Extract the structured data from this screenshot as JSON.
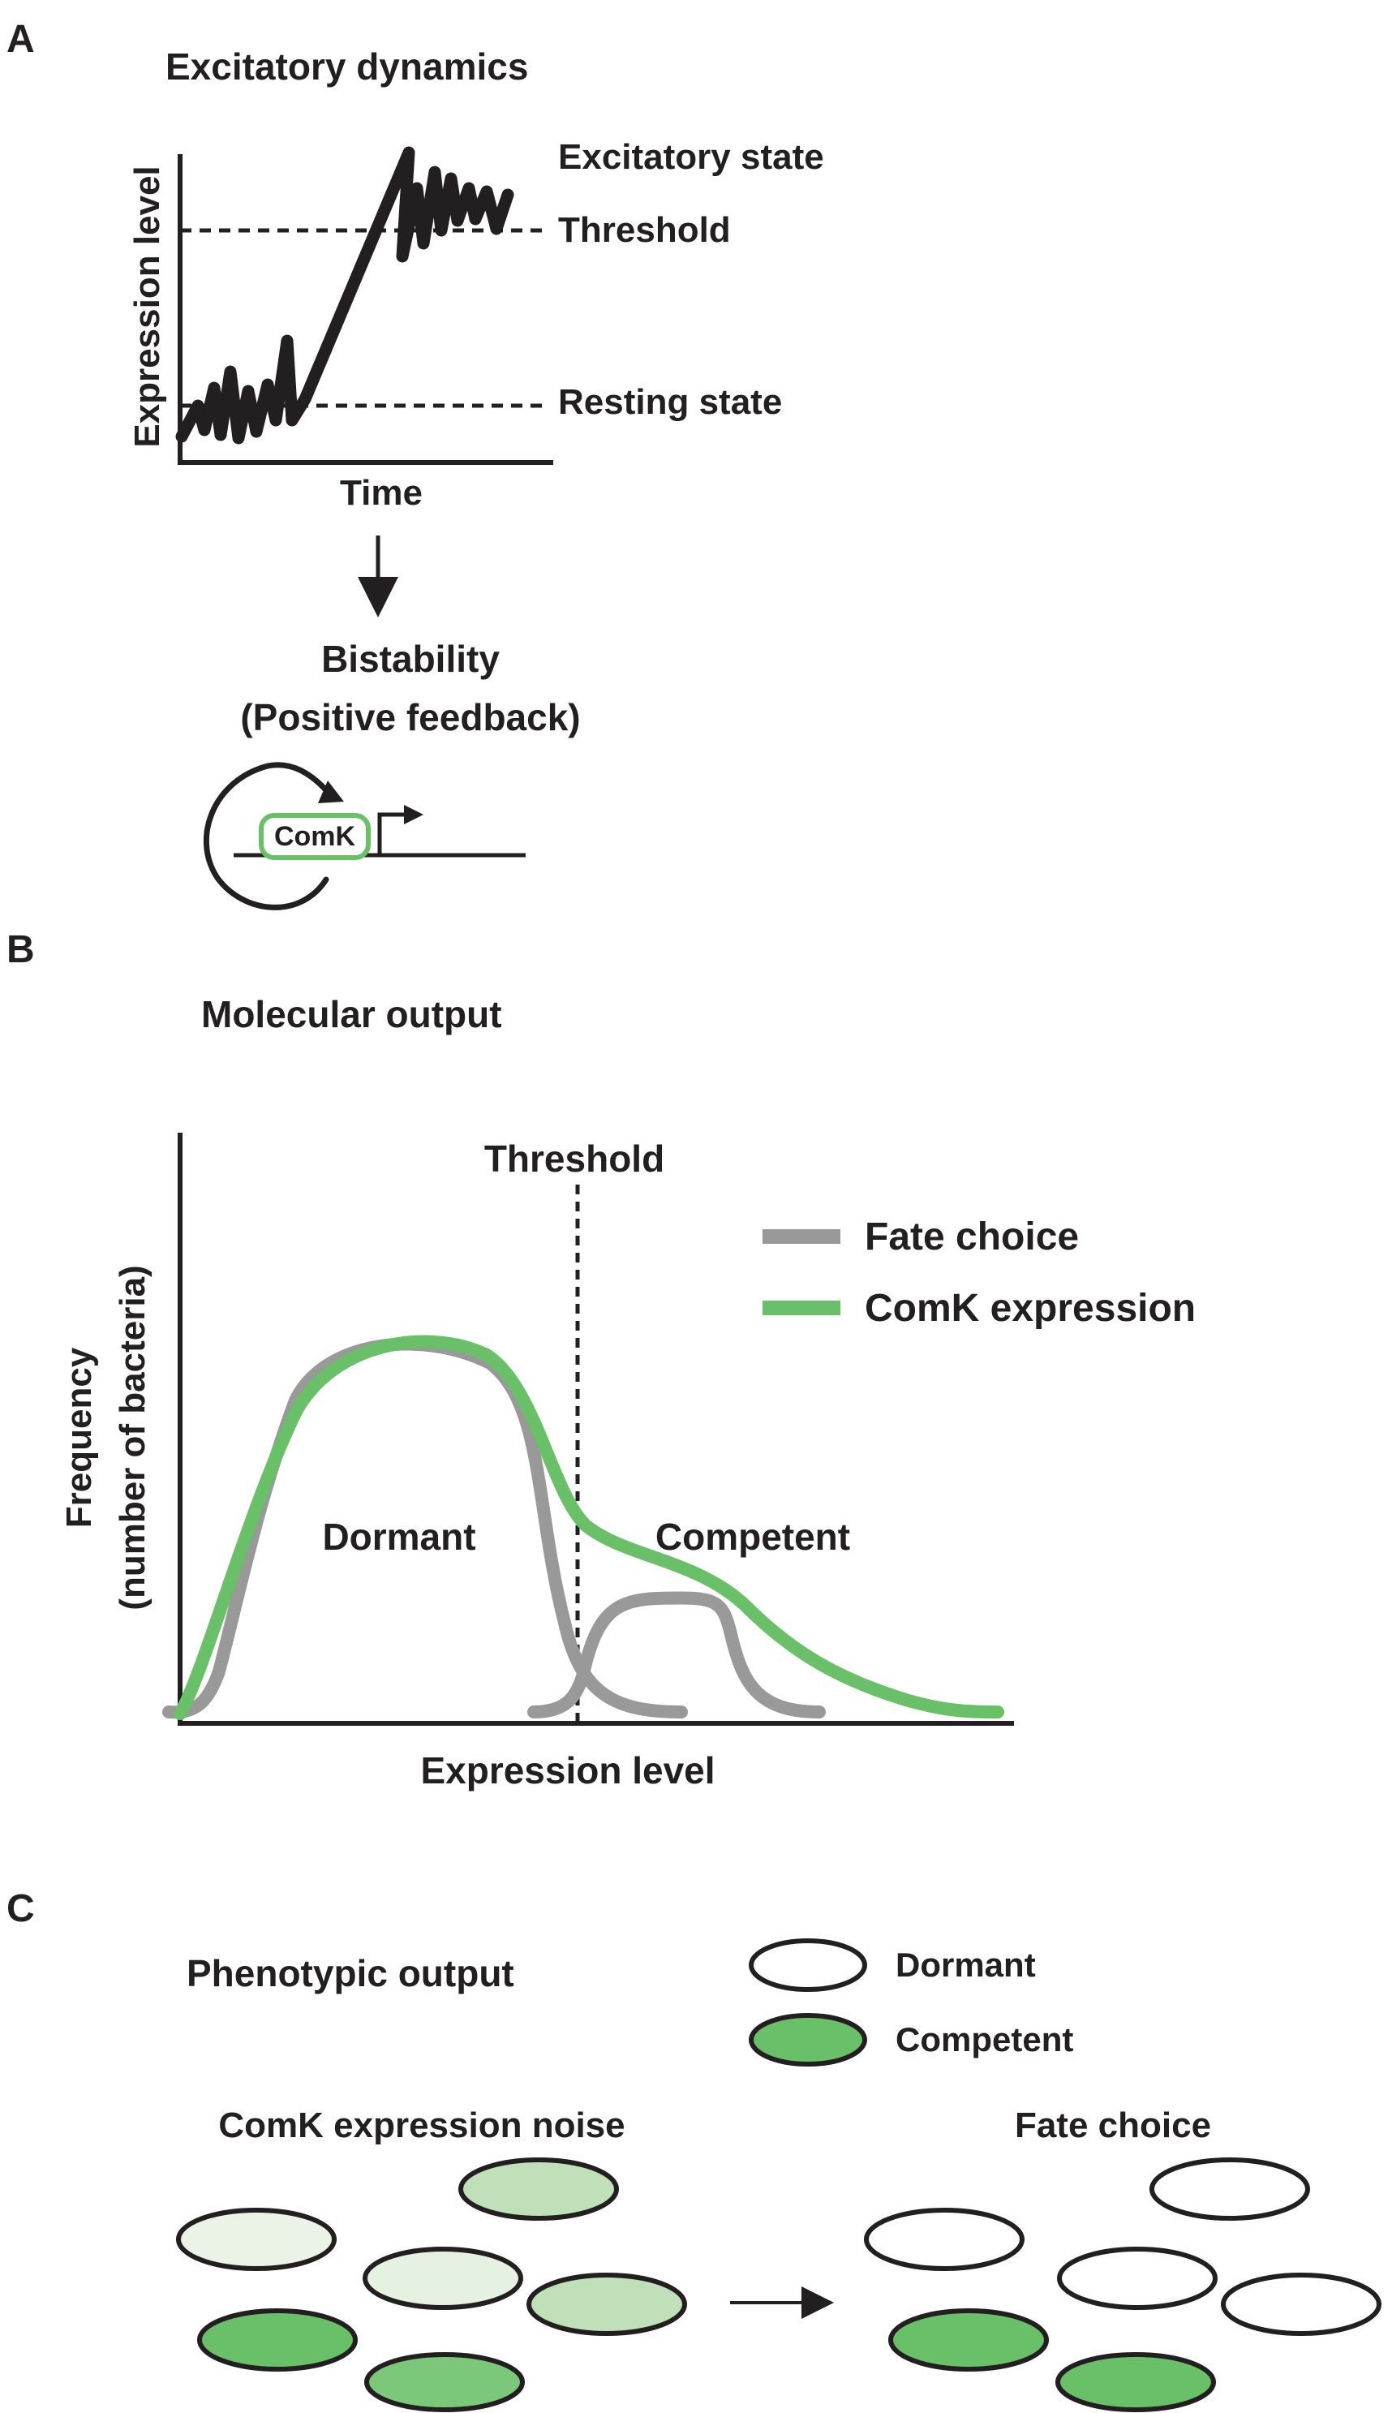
{
  "panel_a": {
    "letter": "A",
    "title": "Excitatory dynamics",
    "y_axis_label": "Expression level",
    "x_axis_label": "Time",
    "labels": {
      "excitatory_state": "Excitatory state",
      "threshold": "Threshold",
      "resting_state": "Resting state"
    },
    "bistability_title": "Bistability",
    "bistability_subtitle": "(Positive feedback)",
    "gene_label": "ComK"
  },
  "panel_b": {
    "letter": "B",
    "title": "Molecular output",
    "y_axis_label_line1": "Frequency",
    "y_axis_label_line2": "(number of bacteria)",
    "x_axis_label": "Expression level",
    "threshold_label": "Threshold",
    "region_labels": {
      "dormant": "Dormant",
      "competent": "Competent"
    },
    "legend": [
      {
        "label": "Fate choice",
        "color": "#999999"
      },
      {
        "label": "ComK expression",
        "color": "#6abf69"
      }
    ]
  },
  "panel_c": {
    "letter": "C",
    "title": "Phenotypic output",
    "legend": [
      {
        "label": "Dormant",
        "fill": "#ffffff"
      },
      {
        "label": "Competent",
        "fill": "#6abf69"
      }
    ],
    "left_title": "ComK expression noise",
    "right_title": "Fate choice",
    "noise_fills": [
      "#eaf3e6",
      "#bfe0b9",
      "#e6f2e1",
      "#bfe0b9",
      "#6abf69",
      "#7cc87a"
    ],
    "fate_fills": [
      "#ffffff",
      "#ffffff",
      "#ffffff",
      "#ffffff",
      "#6abf69",
      "#6abf69"
    ]
  }
}
